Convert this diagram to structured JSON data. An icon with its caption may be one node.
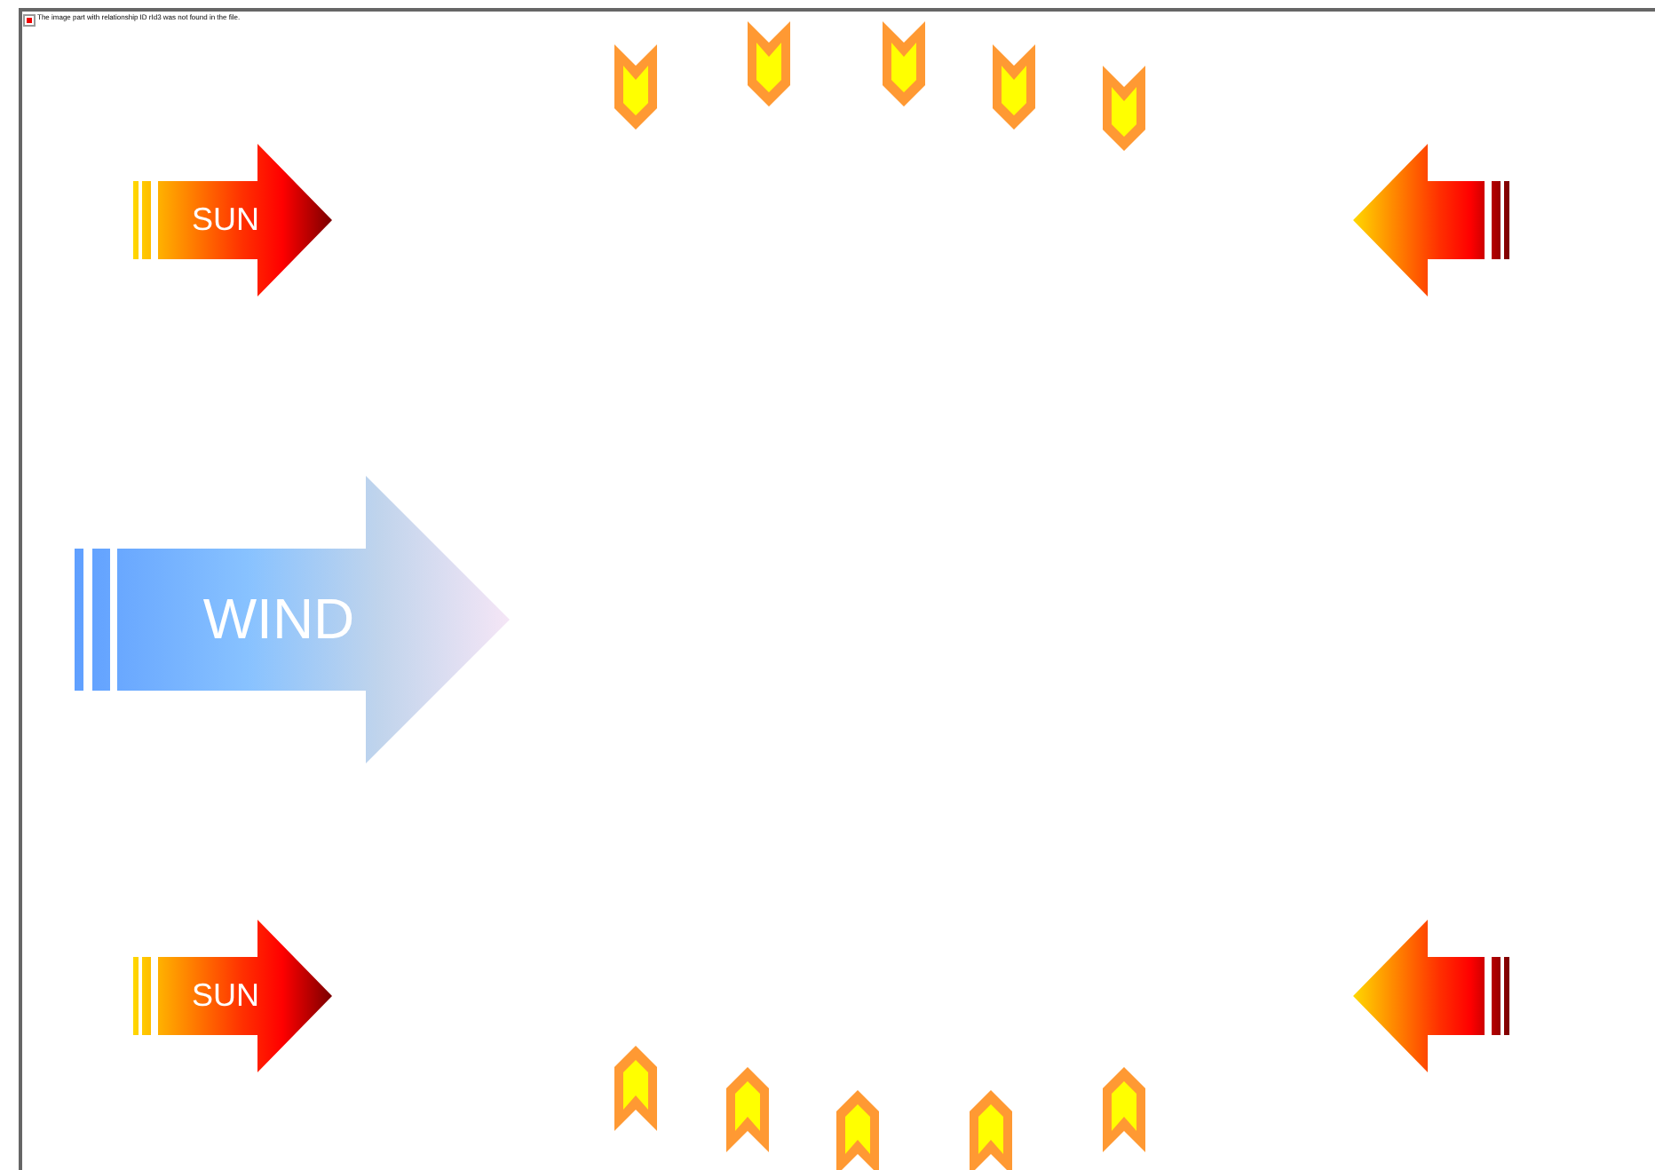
{
  "diagram": {
    "nodes": [
      {
        "text": [],
        "shape": "chevron"
      },
      {
        "text": [],
        "shape": "chevron"
      },
      {
        "text": [],
        "shape": "chevron"
      },
      {
        "text": [],
        "shape": "chevron"
      },
      {
        "text": [],
        "shape": "chevron"
      },
      {
        "text": [
          "SUN"
        ]
      },
      {
        "text": [],
        "shape": "arrow"
      },
      {
        "text": [
          "WIND"
        ]
      },
      {
        "text": [
          "SUN"
        ]
      },
      {
        "text": [],
        "shape": "arrow"
      },
      {
        "text": [],
        "shape": "chevron"
      },
      {
        "text": [],
        "shape": "chevron"
      },
      {
        "text": [],
        "shape": "chevron"
      },
      {
        "text": [],
        "shape": "chevron"
      },
      {
        "text": [],
        "shape": "chevron"
      }
    ],
    "labels": [
      "The image part with relationship ID rId3 was not found in the file."
    ]
  }
}
